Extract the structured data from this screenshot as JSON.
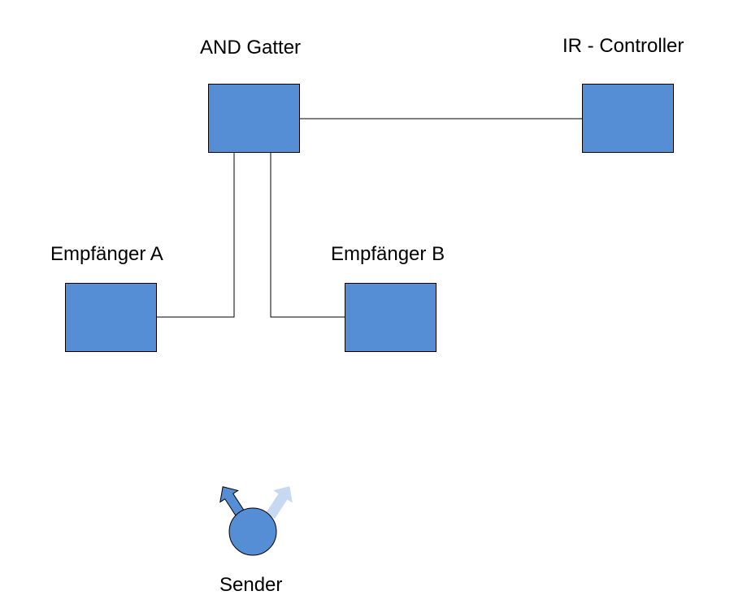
{
  "labels": {
    "and_gate": "AND Gatter",
    "ir_controller": "IR - Controller",
    "receiver_a": "Empfänger A",
    "receiver_b": "Empfänger B",
    "sender": "Sender"
  },
  "colors": {
    "box_fill": "#558ed5",
    "box_stroke": "#000000",
    "line": "#000000",
    "arrow_faded": "#c6d9f1"
  }
}
